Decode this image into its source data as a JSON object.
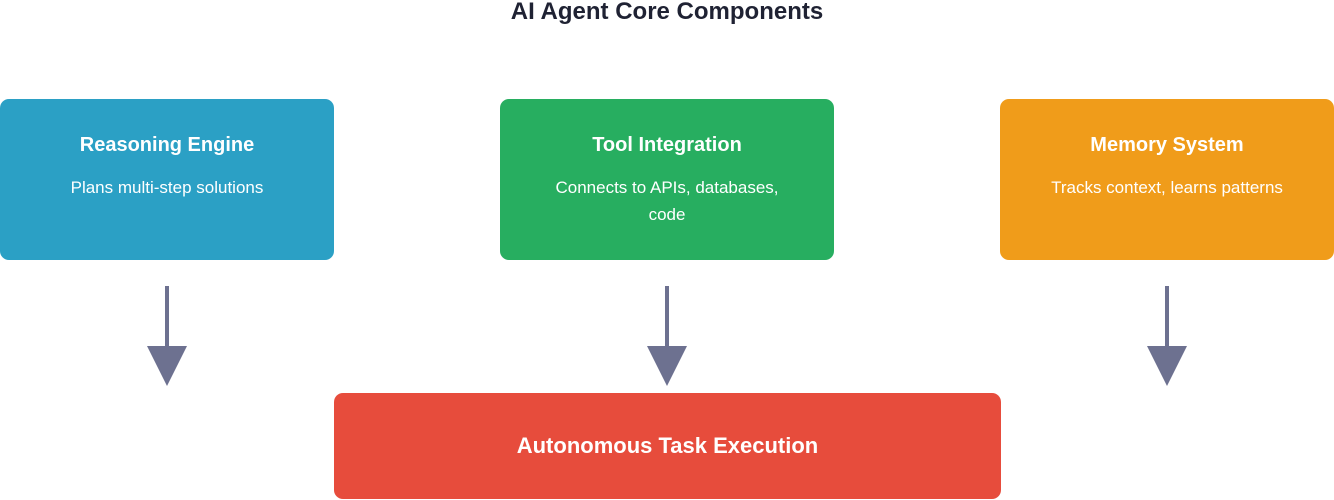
{
  "title": "AI Agent Core Components",
  "components": [
    {
      "name": "Reasoning Engine",
      "description": "Plans multi-step solutions",
      "color": "#2ba0c5"
    },
    {
      "name": "Tool Integration",
      "description": "Connects to APIs, databases, code",
      "color": "#27ae60"
    },
    {
      "name": "Memory System",
      "description": "Tracks context, learns patterns",
      "color": "#f09c1a"
    }
  ],
  "output": {
    "name": "Autonomous Task Execution",
    "color": "#e74c3c"
  },
  "arrow_color": "#6d7190"
}
